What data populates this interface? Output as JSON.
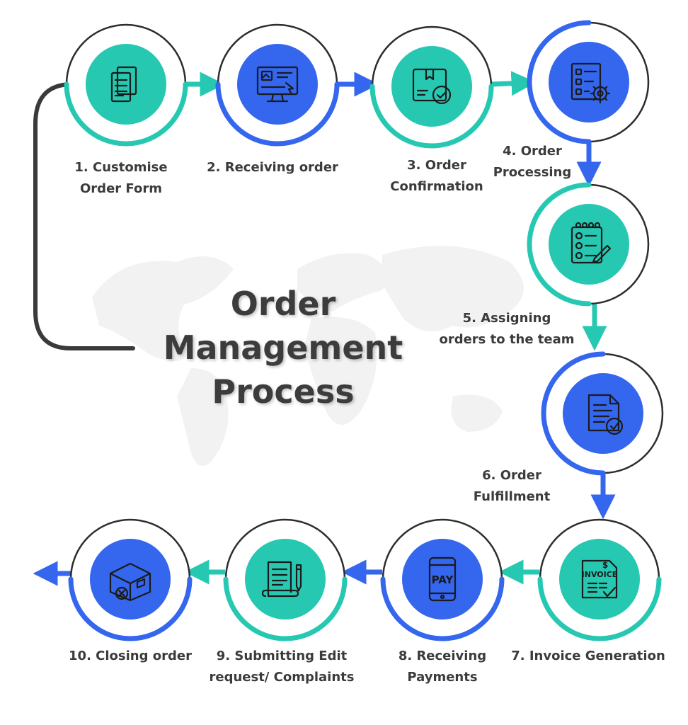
{
  "title": {
    "line1": "Order",
    "line2": "Management",
    "line3": "Process"
  },
  "colors": {
    "teal": "#27c8b2",
    "blue": "#3466ee",
    "connector": "#3a3a3a",
    "ring": "#2d2d2d",
    "map": "#f2f2f2"
  },
  "steps": [
    {
      "lines": [
        "1. Customise",
        "Order Form"
      ],
      "icon": "document-stack-icon",
      "accent": "teal"
    },
    {
      "lines": [
        "2. Receiving order"
      ],
      "icon": "monitor-dashboard-icon",
      "accent": "blue"
    },
    {
      "lines": [
        "3. Order",
        "Confirmation"
      ],
      "icon": "package-check-icon",
      "accent": "teal"
    },
    {
      "lines": [
        "4. Order",
        "Processing"
      ],
      "icon": "checklist-gear-icon",
      "accent": "blue"
    },
    {
      "lines": [
        "5. Assigning",
        "orders to the team"
      ],
      "icon": "clipboard-checklist-icon",
      "accent": "teal"
    },
    {
      "lines": [
        "6. Order",
        "Fulfillment"
      ],
      "icon": "document-check-icon",
      "accent": "blue"
    },
    {
      "lines": [
        "7. Invoice Generation"
      ],
      "icon": "invoice-icon",
      "accent": "teal",
      "icon_text": "INVOICE"
    },
    {
      "lines": [
        "8. Receiving",
        "Payments"
      ],
      "icon": "phone-pay-icon",
      "accent": "blue",
      "icon_text": "PAY"
    },
    {
      "lines": [
        "9. Submitting Edit",
        "request/ Complaints"
      ],
      "icon": "scroll-pen-icon",
      "accent": "teal"
    },
    {
      "lines": [
        "10. Closing order"
      ],
      "icon": "box-cancel-icon",
      "accent": "blue"
    }
  ]
}
